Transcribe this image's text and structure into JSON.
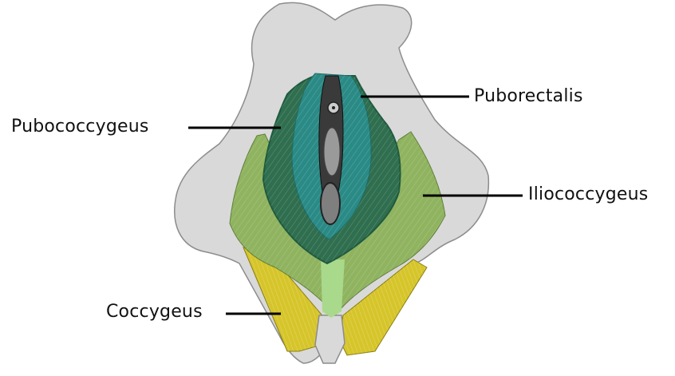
{
  "labels": {
    "puborectalis": "Puborectalis",
    "pubococcygeus": "Pubococcygeus",
    "iliococcygeus": "Iliococcygeus",
    "coccygeus": "Coccygeus"
  },
  "colors": {
    "bone": "#d9d9d9",
    "bone_edge": "#8c8c8c",
    "iliococcygeus": "#8fb35f",
    "pubococcygeus": "#2f6e4e",
    "pubococcygeus_dark": "#1f5a3e",
    "puborectalis": "#2a8a85",
    "coccygeus": "#d6c52a",
    "center_line": "#a9d98a",
    "canal": "#7a7a7a",
    "leader": "#000000"
  }
}
